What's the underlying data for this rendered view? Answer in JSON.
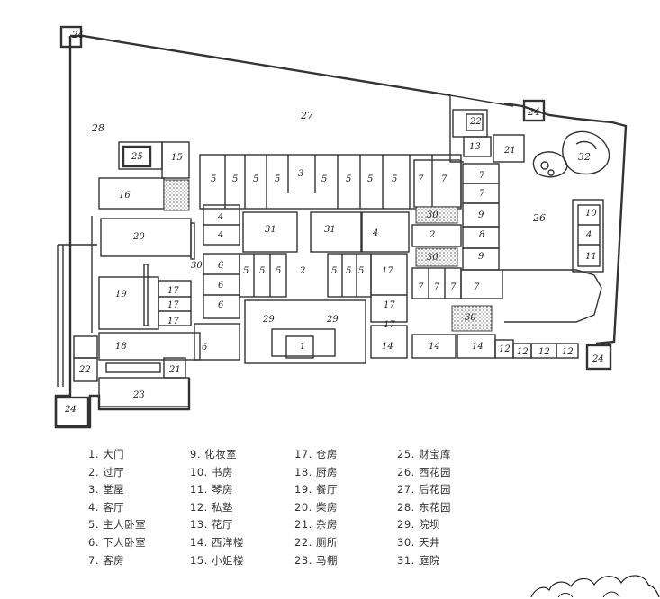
{
  "legend": {
    "col1": [
      "1. 大门",
      "2. 过厅",
      "3. 堂屋",
      "4. 客厅",
      "5. 主人卧室",
      "6. 下人卧室",
      "7. 客房"
    ],
    "col2": [
      "9. 化妆室",
      "10. 书房",
      "11. 琴房",
      "12. 私塾",
      "13. 花厅",
      "14. 西洋楼",
      "15. 小姐楼"
    ],
    "col3": [
      "17. 仓房",
      "18. 厨房",
      "19. 餐厅",
      "20. 柴房",
      "21. 杂房",
      "22. 厕所",
      "23. 马棚"
    ],
    "col4": [
      "25. 财宝库",
      "26. 西花园",
      "27. 后花园",
      "28. 东花园",
      "29. 院坝",
      "30. 天井",
      "31. 庭院"
    ]
  },
  "plan_labels": {
    "l24a": "24",
    "l28": "28",
    "l27": "27",
    "l22a": "22",
    "l24b": "24",
    "l13": "13",
    "l21a": "21",
    "l32": "32",
    "l25": "25",
    "l15": "15",
    "l16": "16",
    "l26": "26",
    "l20": "20",
    "l30a": "30",
    "l19": "19",
    "l18": "18",
    "l6a": "6",
    "l21b": "21",
    "l22b": "22",
    "l23": "23",
    "l24c": "24",
    "l24d": "24",
    "l3": "3",
    "l31a": "31",
    "l31b": "31",
    "l2a": "2",
    "l2b": "2",
    "l1": "1",
    "l29a": "29",
    "l29b": "29",
    "l30b": "30",
    "l30c": "30",
    "l30d": "30",
    "l10": "10",
    "l4r": "4",
    "l11": "11",
    "l8": "8",
    "l9a": "9",
    "l9b": "9",
    "l14a": "14",
    "l14b": "14",
    "l14c": "14",
    "l12a": "12",
    "l12b": "12",
    "l12c": "12",
    "l12d": "12",
    "l17a": "17",
    "l17b": "17",
    "l17c": "17",
    "l17d": "17",
    "l17e": "17",
    "l17f": "17",
    "l5": "5",
    "l4": "4",
    "l6": "6",
    "l7": "7"
  }
}
